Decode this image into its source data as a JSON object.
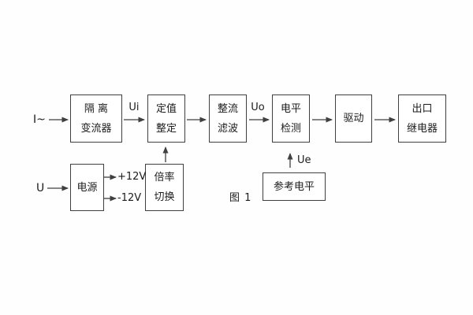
{
  "figure": {
    "caption": "图 1",
    "background_color": "#ffffff",
    "line_color": "#3f3f3f"
  },
  "blocks": {
    "isolation": {
      "line1": "隔 离",
      "line2": "变流器"
    },
    "setting": {
      "line1": "定值",
      "line2": "整定"
    },
    "filter": {
      "line1": "整流",
      "line2": "滤波"
    },
    "detect": {
      "line1": "电平",
      "line2": "检测"
    },
    "drive": {
      "label": "驱动"
    },
    "relay": {
      "line1": "出口",
      "line2": "继电器"
    },
    "power": {
      "label": "电源"
    },
    "ratio": {
      "line1": "倍率",
      "line2": "切换"
    },
    "reference": {
      "label": "参考电平"
    }
  },
  "labels": {
    "input_current": "I~",
    "input_voltage": "U",
    "ui": "Ui",
    "uo": "Uo",
    "ue": "Ue",
    "plus_12v": "+12V",
    "minus_12v": "-12V"
  }
}
